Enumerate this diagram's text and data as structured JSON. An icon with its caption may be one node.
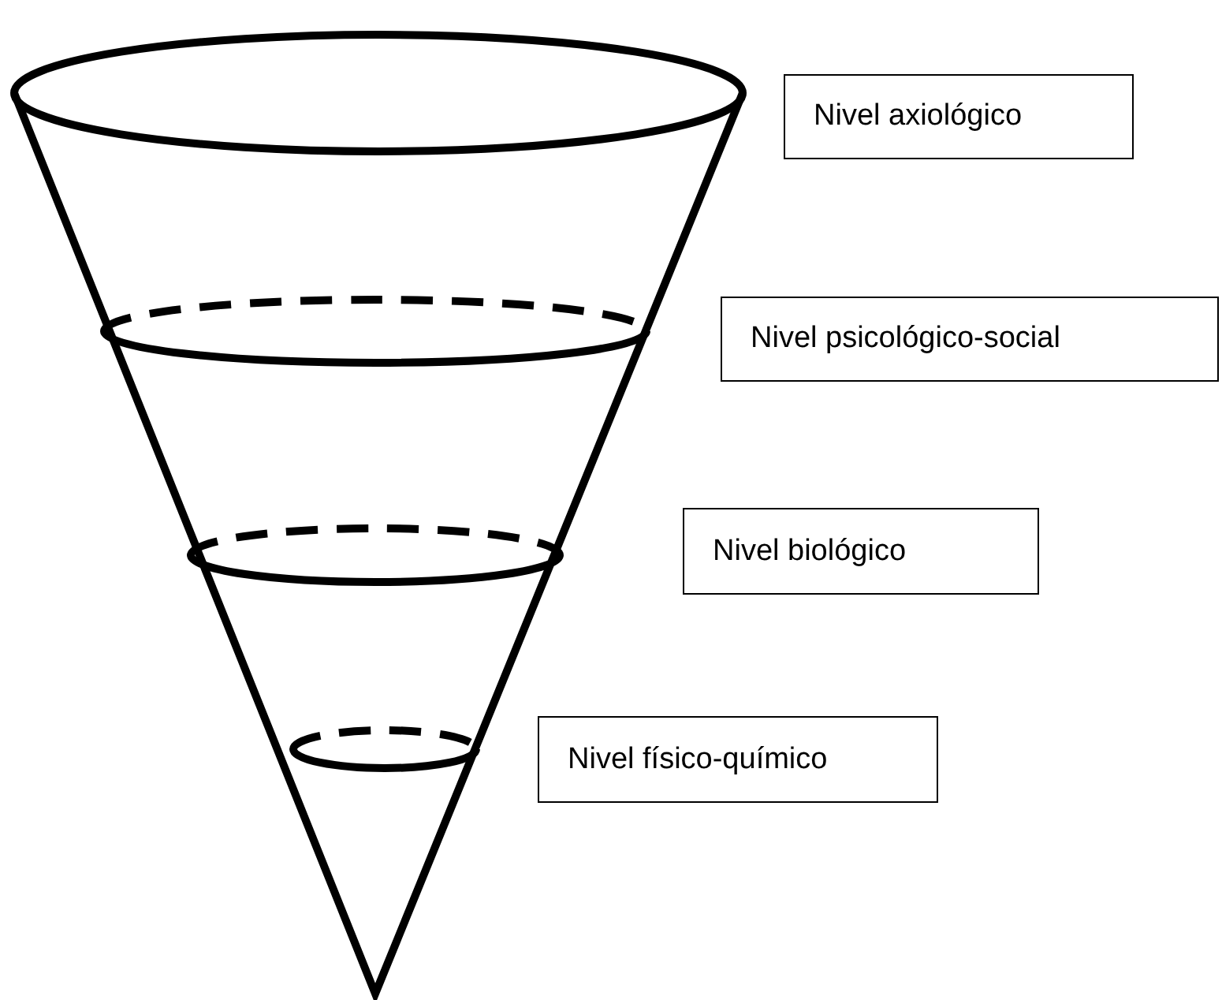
{
  "diagram": {
    "nodes": [
      {
        "text": [
          "Nivel axiológico"
        ]
      },
      {
        "text": [
          "Nivel psicológico-social"
        ]
      },
      {
        "text": [
          "Nivel biológico"
        ]
      },
      {
        "text": [
          "Nivel físico-químico"
        ]
      }
    ]
  }
}
